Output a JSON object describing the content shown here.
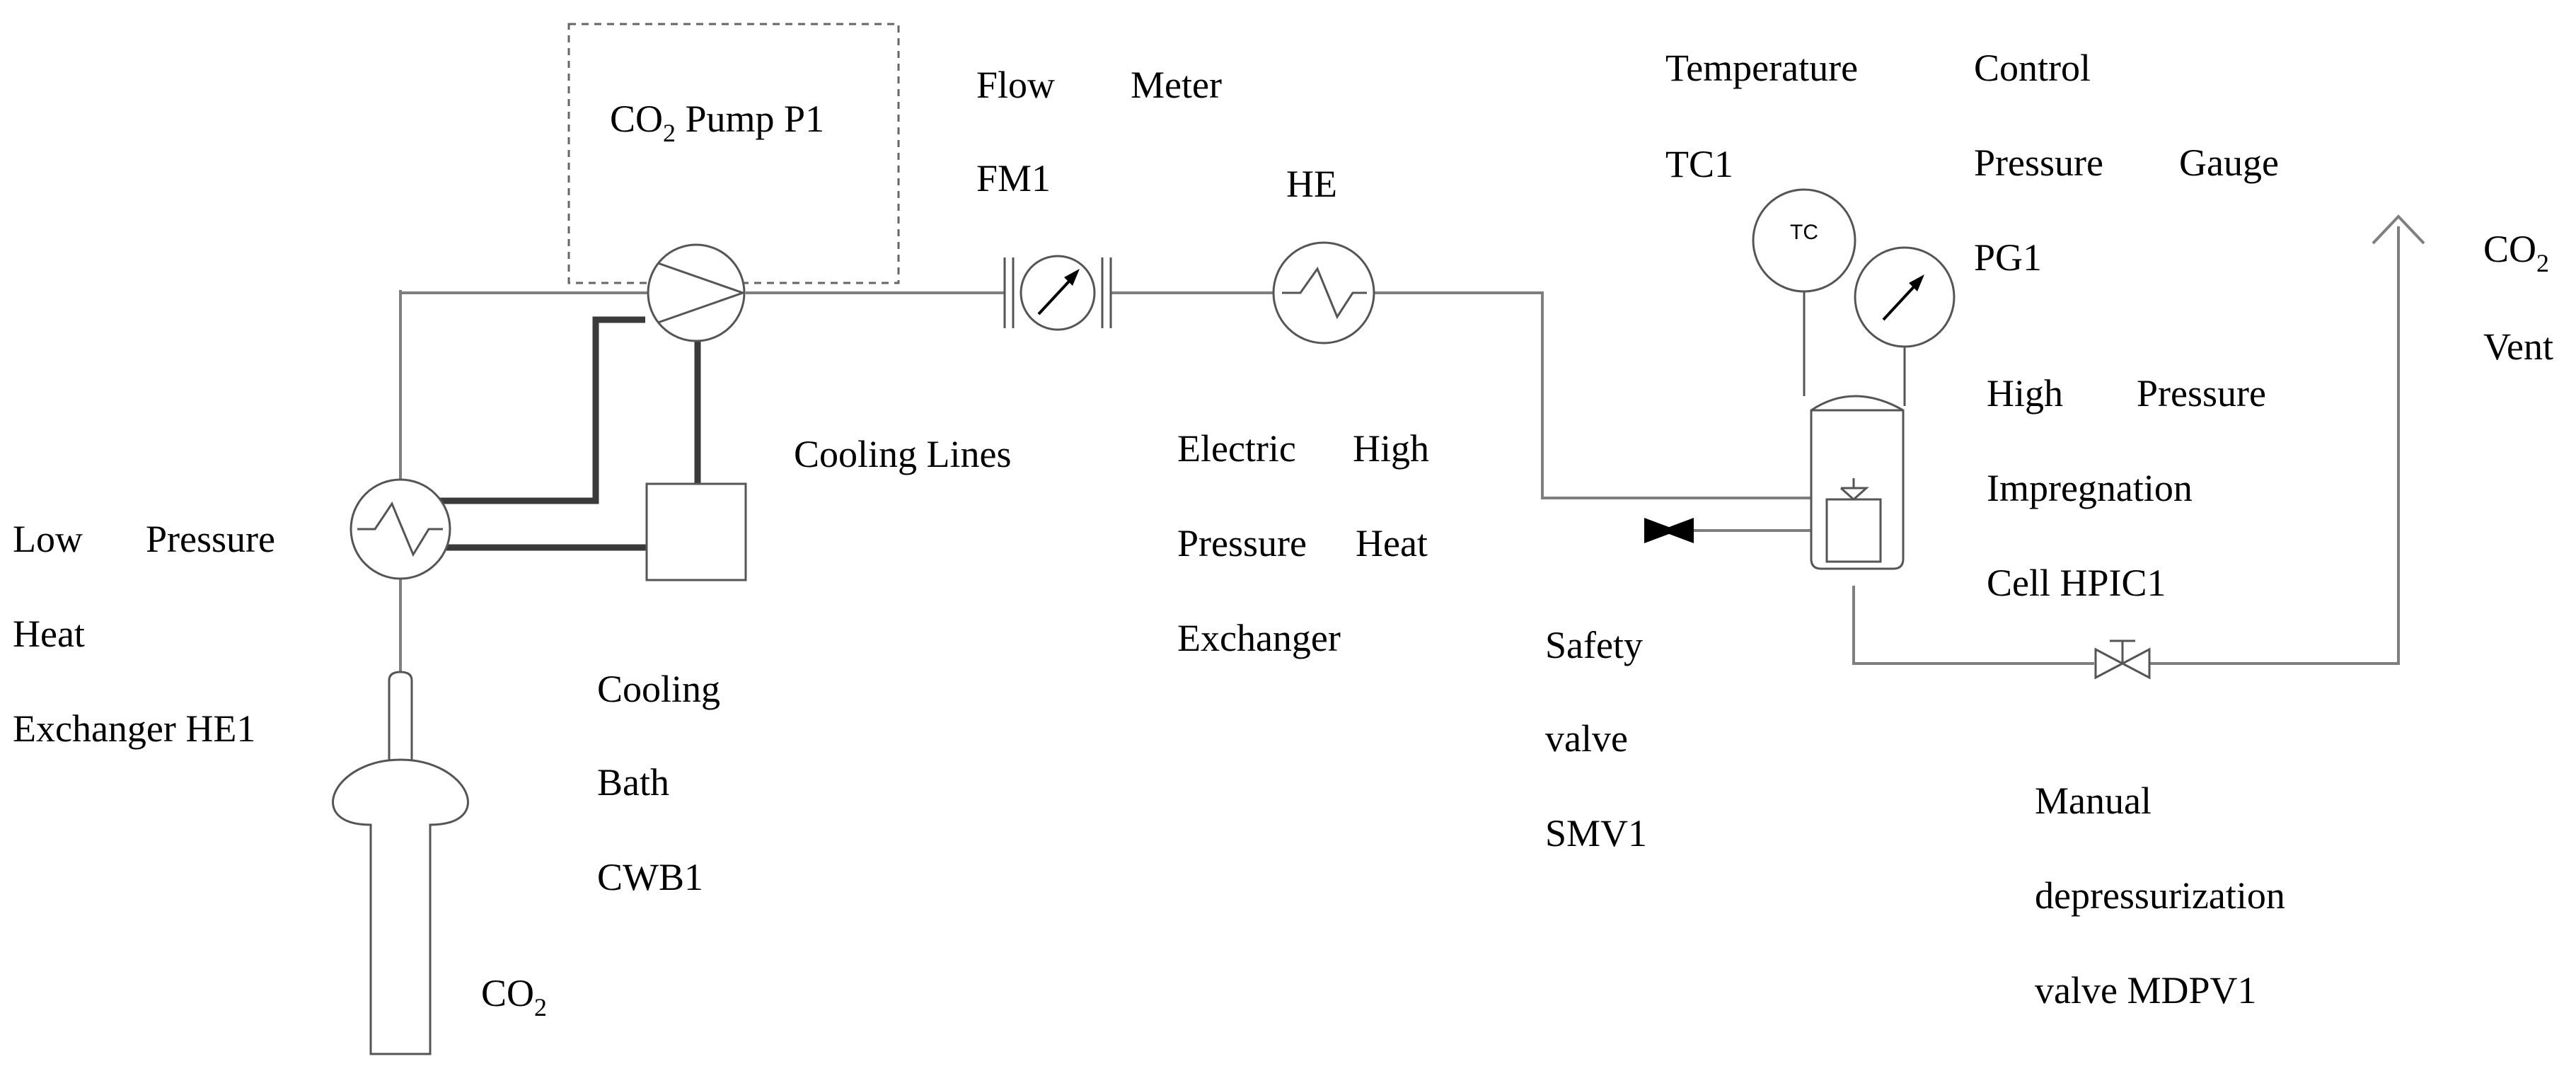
{
  "labels": {
    "co2_pump": {
      "main": "CO",
      "sub": "2",
      "rest": " Pump P1"
    },
    "flow_meter_1": "Flow",
    "flow_meter_2": "Meter",
    "flow_meter_3": "FM1",
    "he": "HE",
    "temp_control_1": "Temperature",
    "temp_control_2": "Control",
    "temp_control_3": "TC1",
    "tc_symbol": "TC",
    "pressure_gauge_1": "Pressure",
    "pressure_gauge_2": "Gauge",
    "pressure_gauge_3": "PG1",
    "co2_vent": {
      "main": "CO",
      "sub": "2",
      "line2": "Vent"
    },
    "cooling_lines": "Cooling Lines",
    "electric_he_1": "Electric",
    "electric_he_2": "High",
    "electric_he_3": "Pressure",
    "electric_he_4": "Heat",
    "electric_he_5": "Exchanger",
    "hpic_1": "High",
    "hpic_2": "Pressure",
    "hpic_3": "Impregnation",
    "hpic_4": "Cell HPIC1",
    "lp_he_1": "Low",
    "lp_he_2": "Pressure",
    "lp_he_3": "Heat",
    "lp_he_4": "Exchanger HE1",
    "safety_1": "Safety",
    "safety_2": "valve",
    "safety_3": "SMV1",
    "cooling_bath_1": "Cooling",
    "cooling_bath_2": "Bath",
    "cooling_bath_3": "CWB1",
    "manual_1": "Manual",
    "manual_2": "depressurization",
    "manual_3": "valve MDPV1",
    "co2_cylinder": {
      "main": "CO",
      "sub": "2"
    }
  }
}
